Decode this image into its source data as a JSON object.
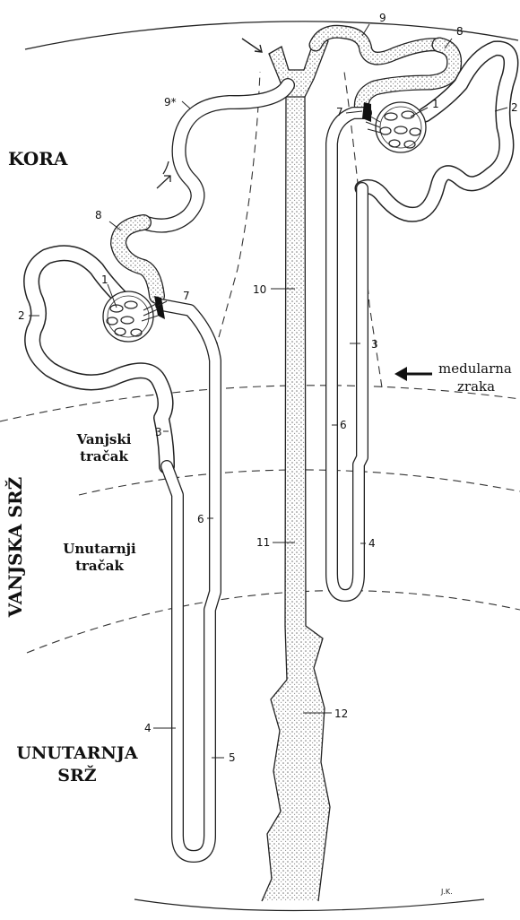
{
  "regions": {
    "cortex": "KORA",
    "outer_medulla": "VANJSKA SRŽ",
    "outer_stripe_1": "Vanjski",
    "outer_stripe_2": "tračak",
    "inner_stripe_1": "Unutarnji",
    "inner_stripe_2": "tračak",
    "inner_medulla_1": "UNUTARNJA",
    "inner_medulla_2": "SRŽ"
  },
  "annotation": {
    "medullary_ray_1": "medularna",
    "medullary_ray_2": "zraka"
  },
  "labels": {
    "n1": "1",
    "n2": "2",
    "n3": "3",
    "n4": "4",
    "n5": "5",
    "n6": "6",
    "n7": "7",
    "n8": "8",
    "n9": "9",
    "n9star": "9*",
    "n10": "10",
    "n11": "11",
    "n12": "12"
  },
  "signature": "J.K."
}
